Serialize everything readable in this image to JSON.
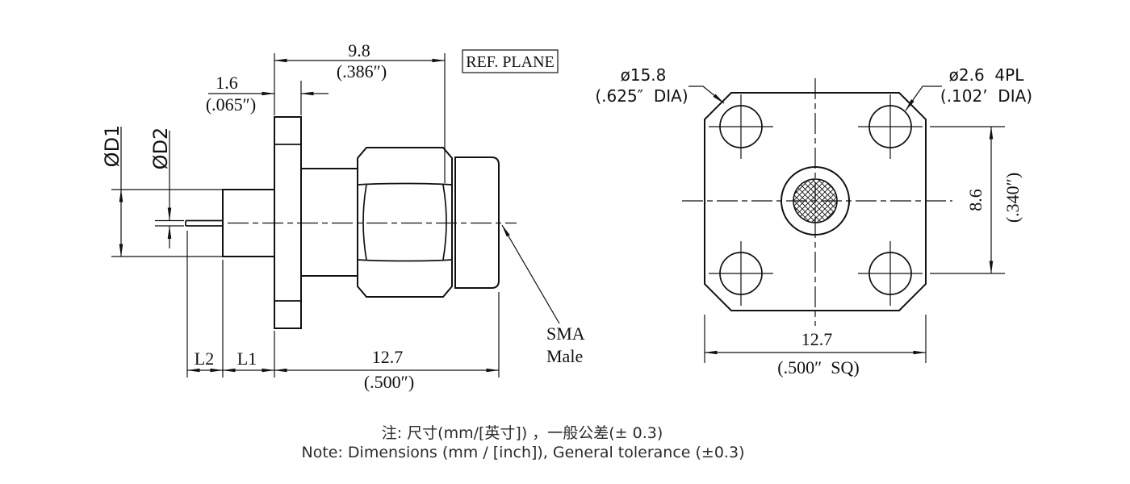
{
  "colors": {
    "line": "#111111",
    "text": "#111111",
    "note_text": "#2b2b2b",
    "background": "#ffffff"
  },
  "drawing": {
    "side_view": {
      "ref_plane_label": "REF. PLANE",
      "dim_length_to_ref": {
        "mm": "9.8",
        "inch": "(.386″)"
      },
      "dim_flange_thickness": {
        "mm": "1.6",
        "inch": "(.065″)"
      },
      "dia_d1_label": "ØD1",
      "dia_d2_label": "ØD2",
      "dim_l2_label": "L2",
      "dim_l1_label": "L1",
      "dim_total_length": {
        "mm": "12.7",
        "inch": "(.500″)"
      },
      "connector_type": {
        "line1": "SMA",
        "line2": "Male"
      }
    },
    "front_view": {
      "flange_diameter": {
        "mm": "ø15.8",
        "inch": "(.625″  DIA)"
      },
      "mounting_hole_diameter": {
        "mm": "ø2.6  4PL",
        "inch": "(.102’  DIA)"
      },
      "dim_hole_spacing": {
        "mm": "8.6",
        "inch": "(.340″)"
      },
      "dim_flange_square": {
        "mm": "12.7",
        "inch": "(.500″  SQ)"
      }
    },
    "notes": {
      "chinese": "注: 尺寸(mm/[英寸]) ，一般公差(± 0.3)",
      "english": "Note: Dimensions (mm / [inch]), General tolerance (±0.3)"
    }
  }
}
